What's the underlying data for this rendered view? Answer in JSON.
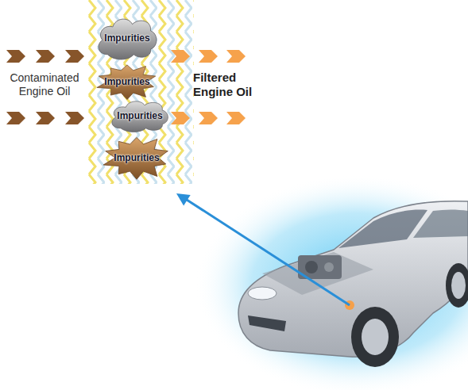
{
  "diagram": {
    "nodes": [
      {
        "text": [
          "Impurities"
        ]
      },
      {
        "text": [
          "Impurities"
        ]
      },
      {
        "text": [
          "Impurities"
        ]
      },
      {
        "text": [
          "Impurities"
        ]
      }
    ],
    "labels": [
      "Contaminated Engine Oil",
      "Filtered Engine Oil"
    ]
  }
}
